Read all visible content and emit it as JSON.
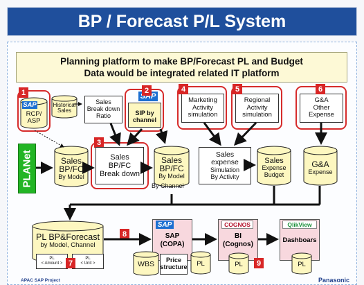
{
  "title": "BP / Forecast P/L System",
  "banner": {
    "line1": "Planning platform to make BP/Forecast PL and Budget",
    "line2": "Data would be integrated related IT platform"
  },
  "badges": [
    "1",
    "2",
    "3",
    "4",
    "5",
    "6",
    "7",
    "8",
    "9"
  ],
  "top_row": {
    "rcp": {
      "logo": "SAP",
      "line1": "RCP/",
      "line2": "ASP"
    },
    "historical": {
      "line1": "Historical",
      "line2": "Sales"
    },
    "breakdown_ratio": {
      "line1": "Sales",
      "line2": "Break down",
      "line3": "Ratio"
    },
    "sip": {
      "logo": "SAP",
      "line1": "SIP by",
      "line2": "channel"
    },
    "marketing": {
      "line1": "Marketing",
      "line2": "Activity",
      "line3": "simulation"
    },
    "regional": {
      "line1": "Regional",
      "line2": "Activity",
      "line3": "simulation"
    },
    "ga_other": {
      "line1": "G&A",
      "line2": "Other",
      "line3": "Expense"
    }
  },
  "middle_row": {
    "planet": "PLANet",
    "sales_bpfc_model": {
      "line1": "Sales",
      "line2": "BP/FC",
      "line3": "By Model"
    },
    "breakdown": {
      "line1": "Sales",
      "line2": "BP/FC",
      "line3": "Break down"
    },
    "bpfc_channel": {
      "line1": "Sales",
      "line2": "BP/FC",
      "line3": "By Model",
      "line4": "By Channel"
    },
    "sales_expense": {
      "line1": "Sales",
      "line2": "expense",
      "line3": "Simulation",
      "line4": "By Activity"
    },
    "expense_budget": {
      "line1": "Sales",
      "line2": "Expense",
      "line3": "Budget"
    },
    "ga_expense": {
      "line1": "G&A",
      "line2": "Expense"
    }
  },
  "bottom_row": {
    "pl_bp_forecast": {
      "line1": "PL BP&Forecast",
      "line2": "by Model, Channel"
    },
    "doc_amount": {
      "line1": "PL",
      "line2": "< Amount >"
    },
    "doc_unit": {
      "line1": "PL",
      "line2": "< Unit >"
    },
    "sap_copa": {
      "logo": "SAP",
      "line1": "SAP",
      "line2": "(COPA)"
    },
    "cognos": {
      "logo": "COGNOS",
      "line1": "BI",
      "line2": "(Cognos)"
    },
    "qlikview": {
      "logo": "QlikView",
      "line1": "Dashboars"
    },
    "wbs": "WBS",
    "price_structure": {
      "line1": "Price",
      "line2": "structure"
    },
    "pl": "PL"
  },
  "footer": {
    "left": "APAC SAP Project",
    "right": "Panasonic"
  },
  "colors": {
    "title_bg": "#1f4f9c",
    "badge": "#d82626",
    "cylinder_fill": "#fdf7c0",
    "planet": "#22b525",
    "pink": "#f8d8de",
    "sap_blue": "#1c6fd1"
  }
}
